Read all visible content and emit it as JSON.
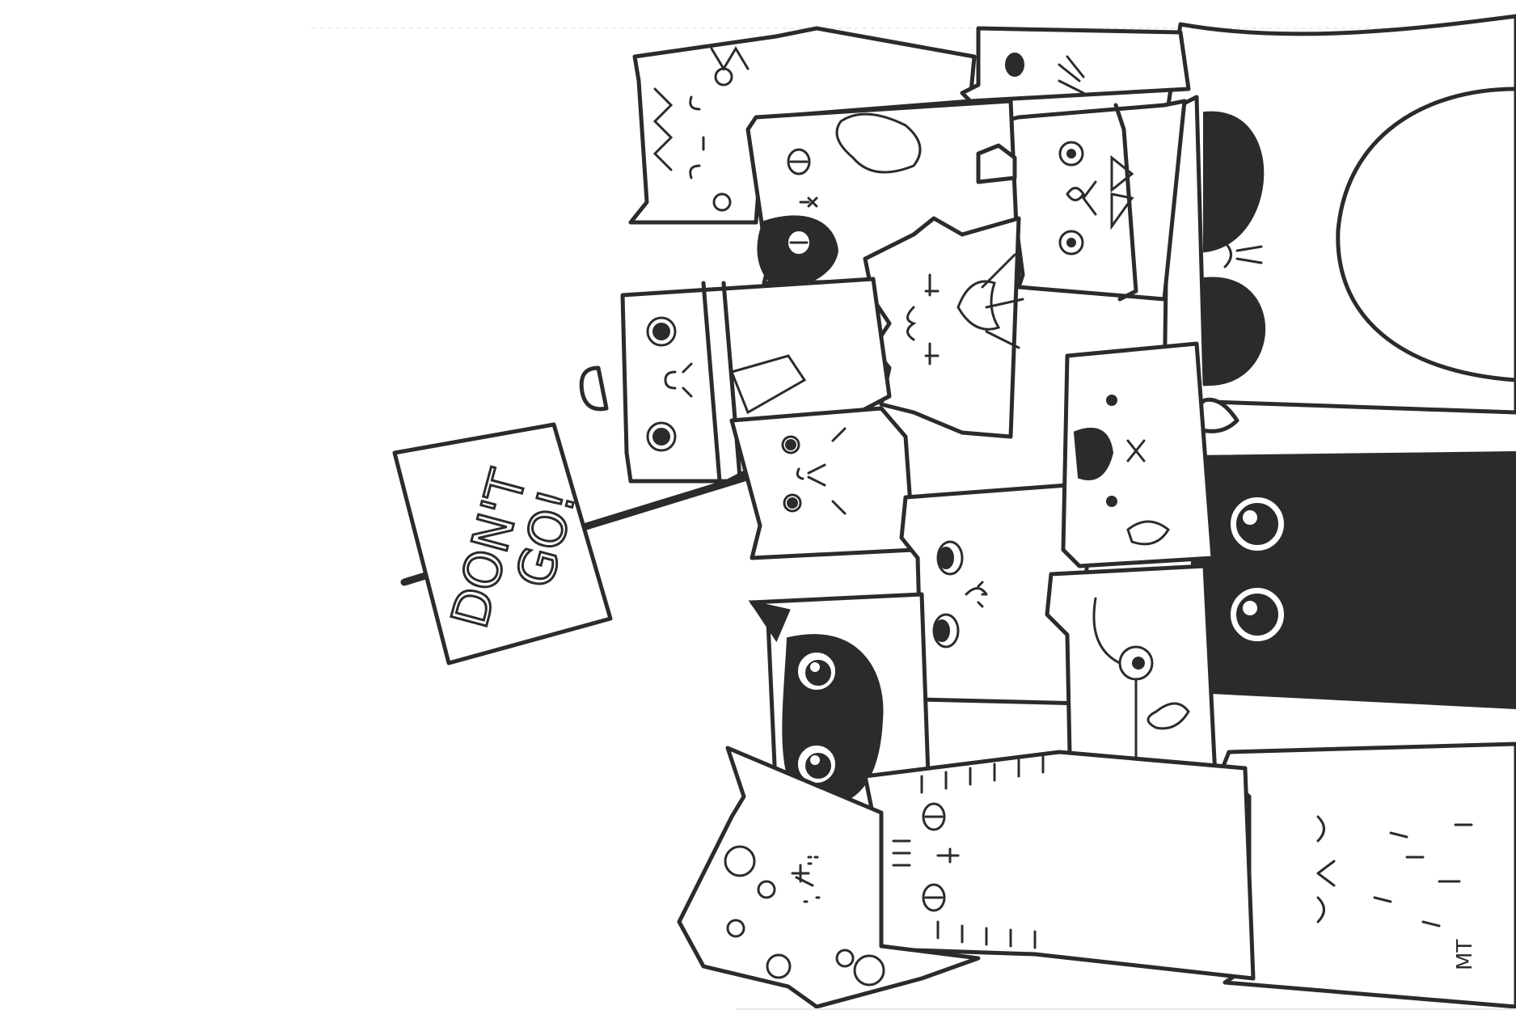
{
  "sign": {
    "line1": "DON'T",
    "line2": "GO!"
  },
  "signature": "MT",
  "colors": {
    "ink": "#2b2b2b",
    "paper": "#ffffff",
    "guide_line": "#eeeeee"
  }
}
